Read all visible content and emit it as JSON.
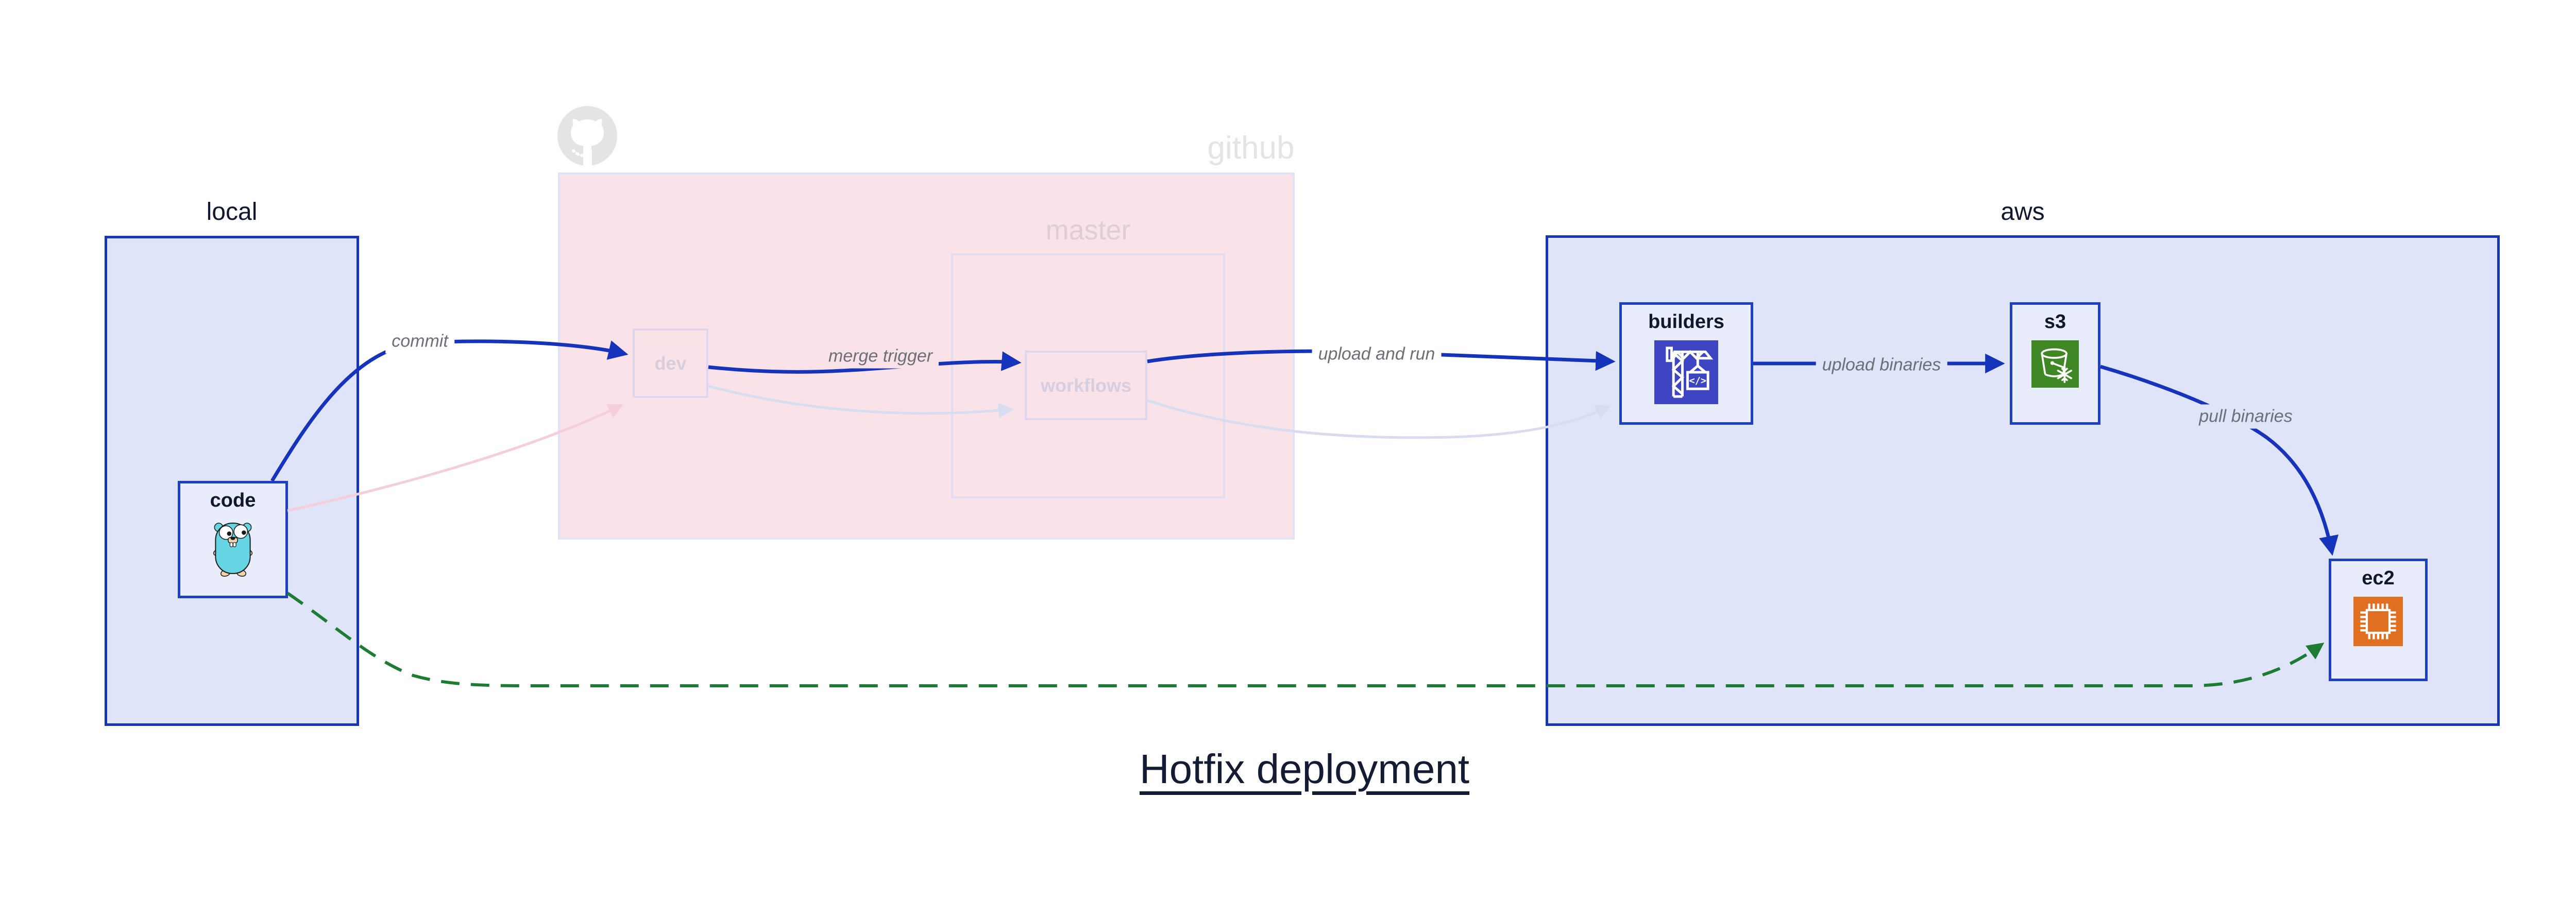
{
  "title": "Hotfix deployment",
  "groups": {
    "local": {
      "label": "local"
    },
    "github": {
      "label": "github"
    },
    "master": {
      "label": "master"
    },
    "aws": {
      "label": "aws"
    }
  },
  "nodes": {
    "code": {
      "label": "code",
      "icon": "go-gopher-icon"
    },
    "dev": {
      "label": "dev"
    },
    "workflows": {
      "label": "workflows"
    },
    "builders": {
      "label": "builders",
      "icon": "codebuild-crane-icon",
      "icon_color": "#3d45c3"
    },
    "s3": {
      "label": "s3",
      "icon": "s3-glacier-bucket-icon",
      "icon_color": "#3f8624"
    },
    "ec2": {
      "label": "ec2",
      "icon": "ec2-chip-icon",
      "icon_color": "#e07021"
    }
  },
  "edges": {
    "commit": {
      "label": "commit",
      "style": "solid-blue",
      "from": "code",
      "to": "dev"
    },
    "merge_trigger": {
      "label": "merge trigger",
      "style": "solid-blue",
      "from": "dev",
      "to": "workflows"
    },
    "upload_and_run": {
      "label": "upload and run",
      "style": "solid-blue",
      "from": "workflows",
      "to": "builders"
    },
    "upload_binaries": {
      "label": "upload binaries",
      "style": "solid-blue",
      "from": "builders",
      "to": "s3"
    },
    "pull_binaries": {
      "label": "pull binaries",
      "style": "solid-blue",
      "from": "s3",
      "to": "ec2"
    },
    "code_to_dev_faded": {
      "style": "faded-pink"
    },
    "dev_to_workflows_faded": {
      "style": "faded-lavender"
    },
    "workflows_to_builders_faded": {
      "style": "faded-lavender"
    },
    "hotfix_code_to_ec2": {
      "style": "dashed-green",
      "from": "code",
      "to": "ec2"
    }
  },
  "colors": {
    "accent_blue": "#1634bb",
    "group_border_blue": "#1636b4",
    "group_fill_blue": "#dfe4f8",
    "node_fill": "#e9edfb",
    "github_fill_pink": "#f9e3e9",
    "faded_lavender": "#d8dcf0",
    "faded_pink": "#f4cfdb",
    "hotfix_green": "#1d7c34",
    "edge_label_gray": "#6b7078",
    "dark_navy_text": "#10172e",
    "builders_icon_bg": "#3d45c3",
    "s3_icon_bg": "#3f8624",
    "ec2_icon_bg": "#e07021"
  }
}
